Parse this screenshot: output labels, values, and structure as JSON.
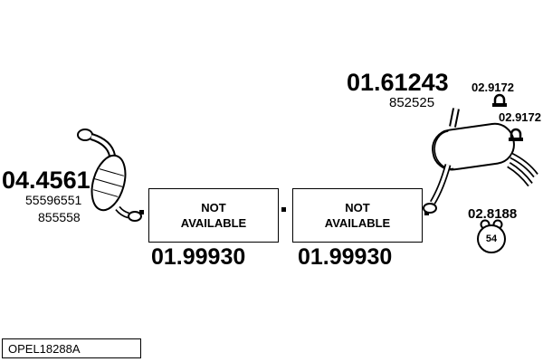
{
  "colors": {
    "ink": "#000000",
    "background": "#ffffff"
  },
  "parts": {
    "rear_muffler": {
      "number": "01.61243",
      "oe_ref": "852525"
    },
    "clamp_top": {
      "number": "02.9172"
    },
    "clamp_bottom": {
      "number": "02.9172"
    },
    "catalyst": {
      "number": "04.4561",
      "oe_ref1": "55596551",
      "oe_ref2": "855558"
    },
    "mid_pipe_left": {
      "number": "01.99930",
      "status": [
        "NOT",
        "AVAILABLE"
      ]
    },
    "mid_pipe_right": {
      "number": "01.99930",
      "status": [
        "NOT",
        "AVAILABLE"
      ]
    },
    "rubber_mount": {
      "number": "02.8188",
      "icon_number": "54"
    }
  },
  "footer": {
    "code": "OPEL18288A"
  }
}
